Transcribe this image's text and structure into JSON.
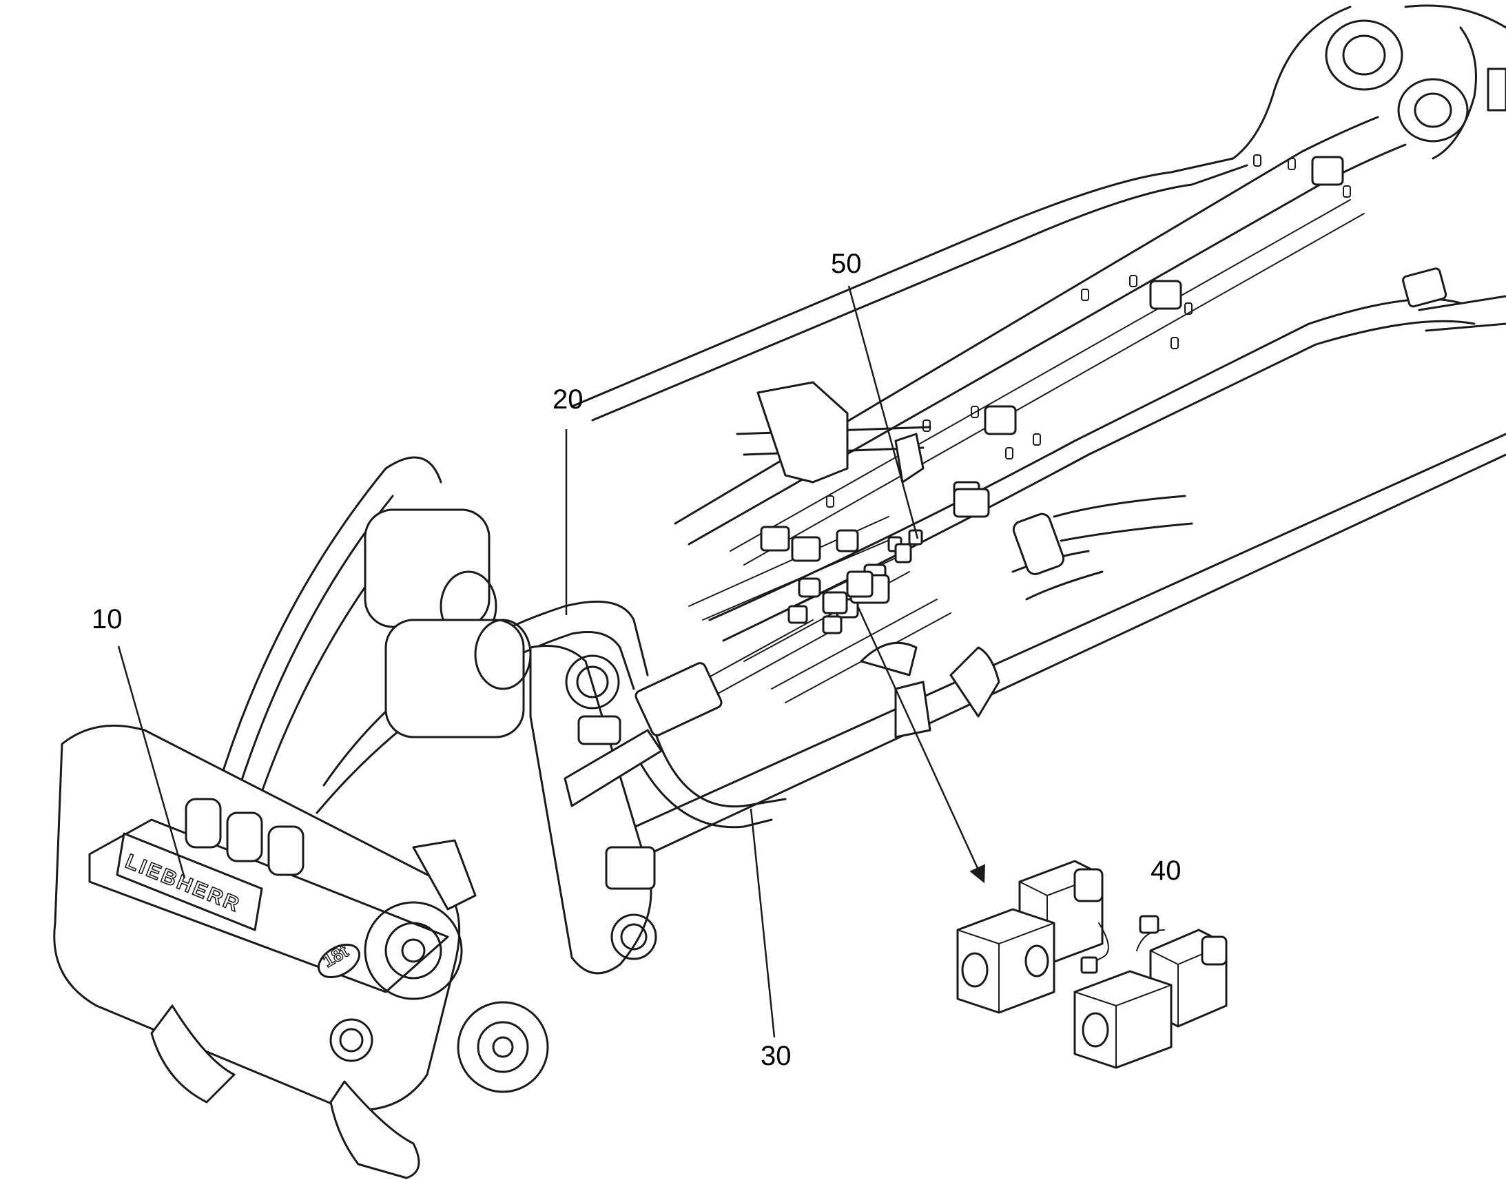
{
  "callouts": [
    {
      "id": "10",
      "label": "10"
    },
    {
      "id": "20",
      "label": "20"
    },
    {
      "id": "30",
      "label": "30"
    },
    {
      "id": "40",
      "label": "40"
    },
    {
      "id": "50",
      "label": "50"
    }
  ],
  "markings": {
    "brand": "LIEBHERR",
    "weight_badge": "18t"
  },
  "colors": {
    "line": "#1a1a1a",
    "background": "#ffffff"
  }
}
